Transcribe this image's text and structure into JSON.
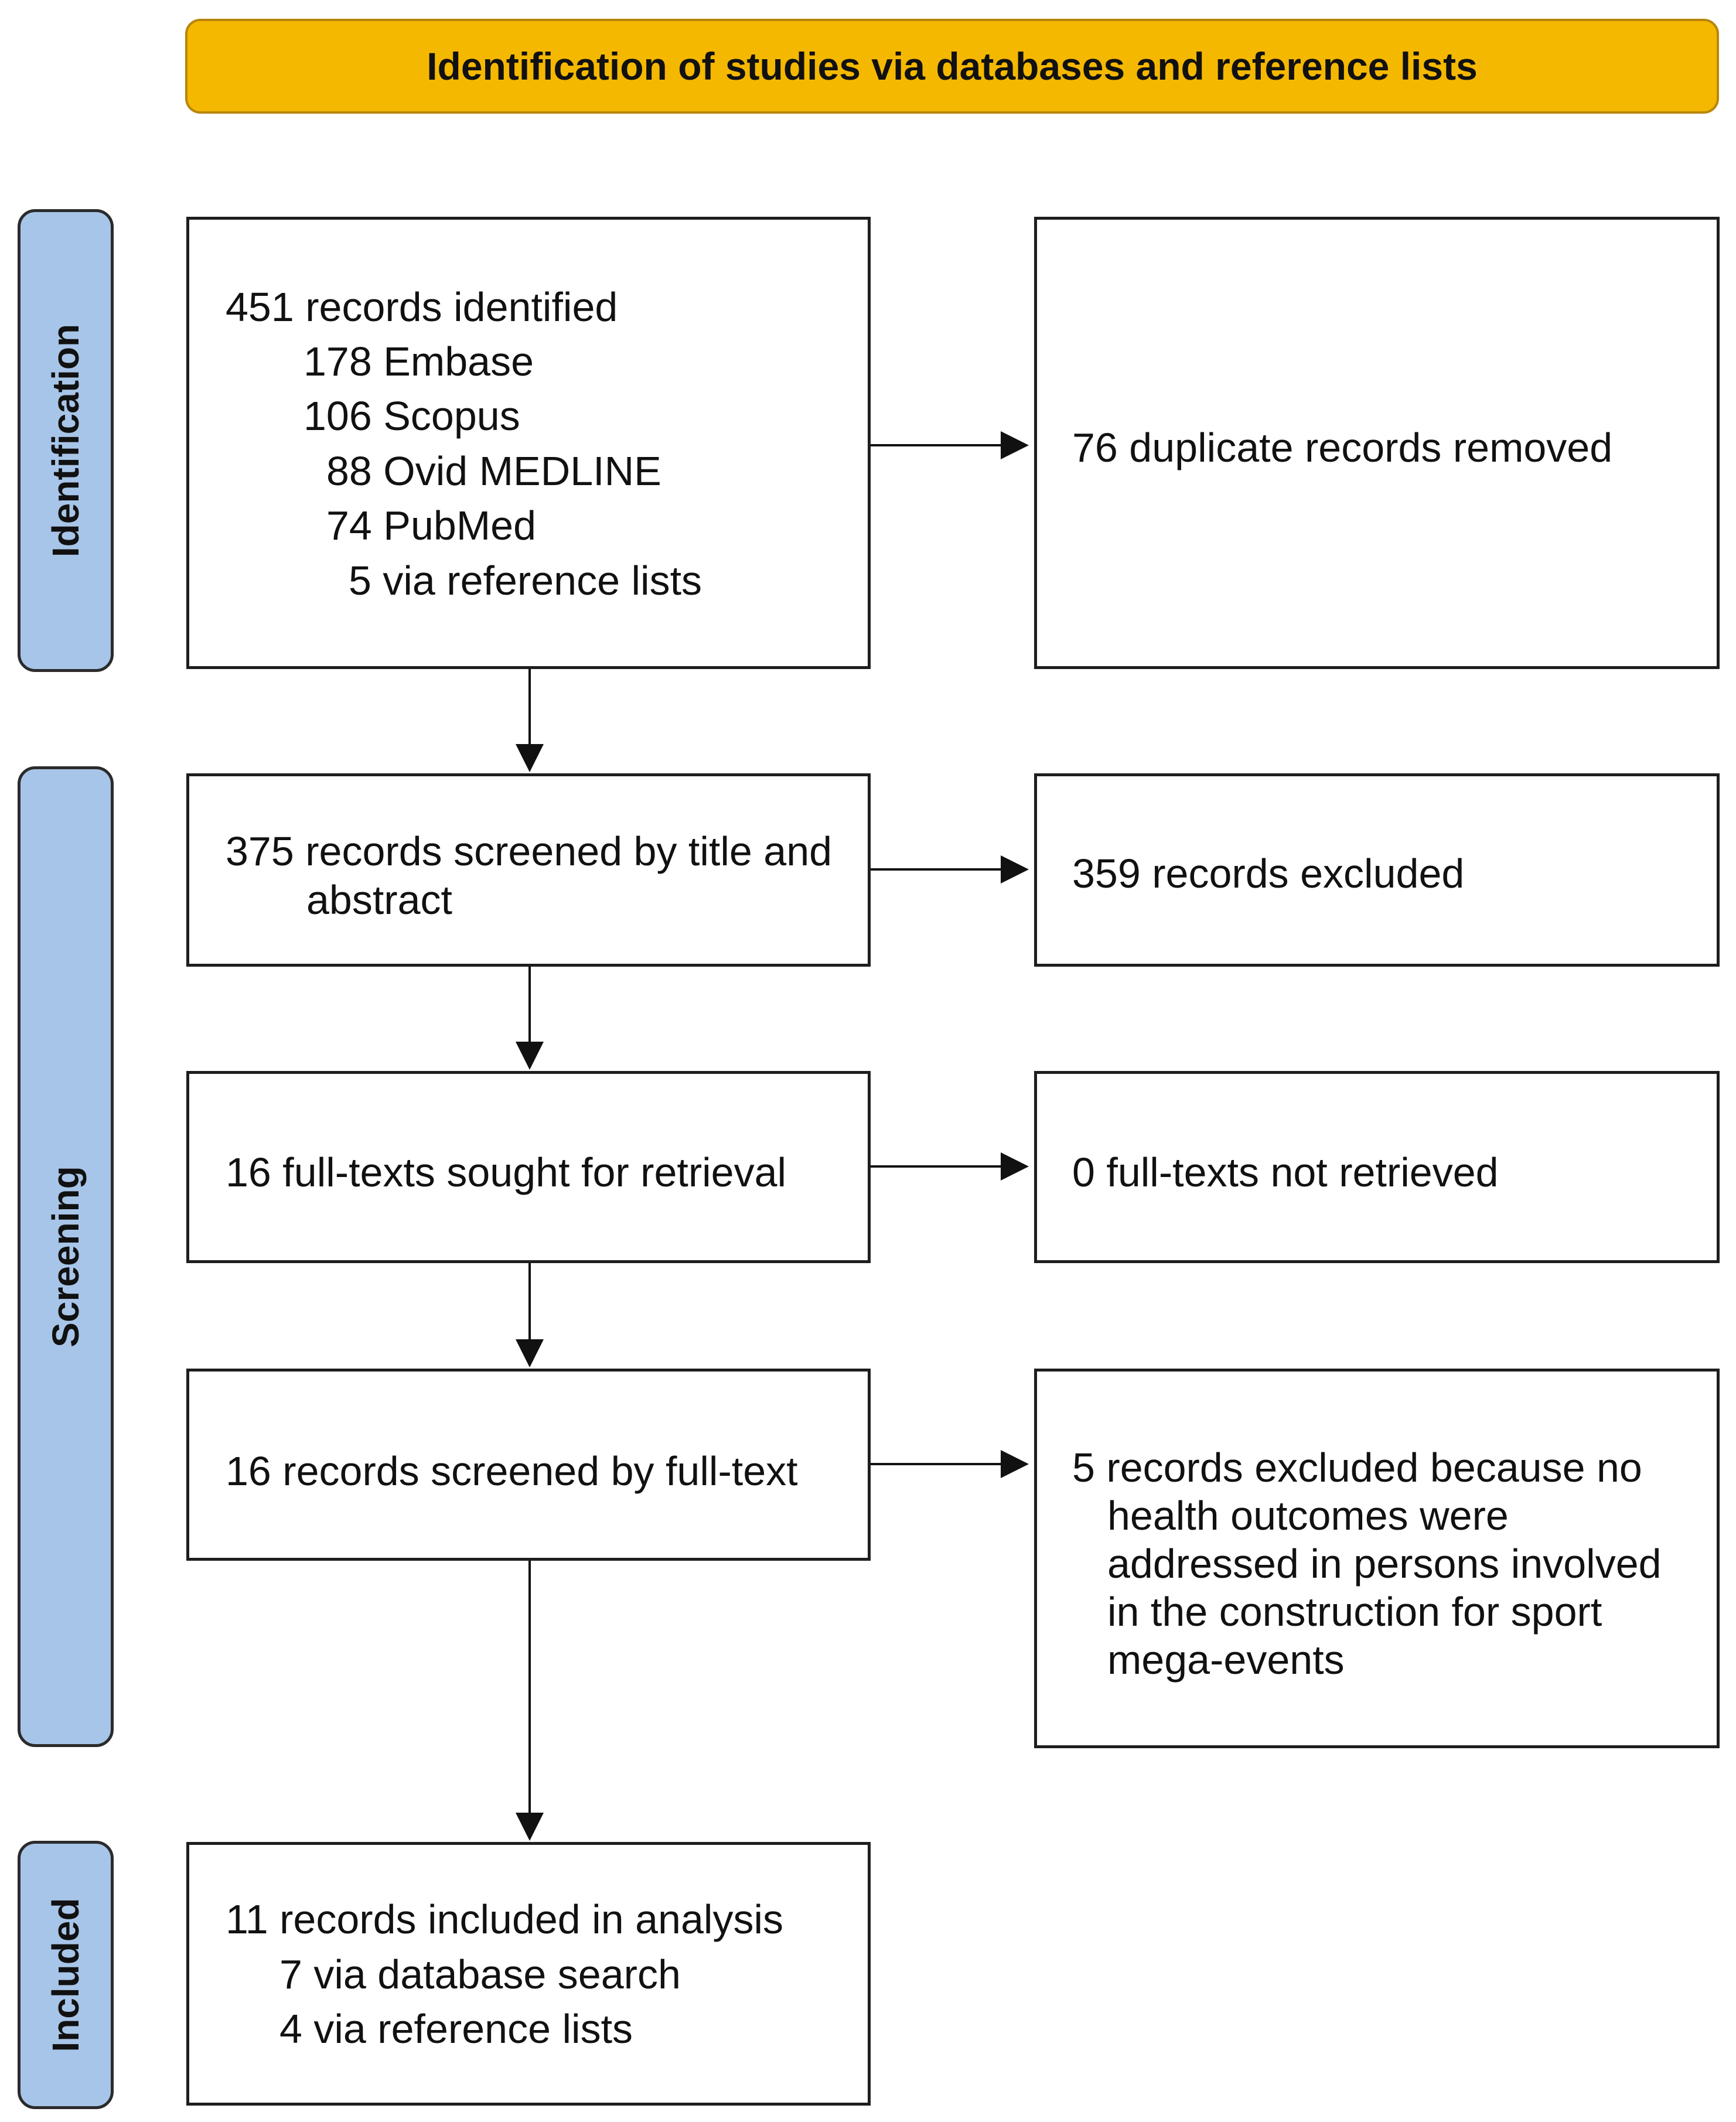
{
  "header": {
    "title": "Identification of studies via databases and reference lists",
    "color": "#f5b800",
    "border": "#b8860b"
  },
  "stages": {
    "color": "#a7c5e8",
    "identification": "Identification",
    "screening": "Screening",
    "included": "Included"
  },
  "boxes": {
    "identified": {
      "title": "451 records identified",
      "sources": [
        "178 Embase",
        "106 Scopus",
        "88 Ovid MEDLINE",
        "74 PubMed",
        "5 via reference lists"
      ]
    },
    "duplicates": "76 duplicate records removed",
    "screened": {
      "line1": "375 records screened by title and",
      "line2": "abstract"
    },
    "excluded": "359 records excluded",
    "sought": "16 full-texts sought for retrieval",
    "not_retrieved": "0 full-texts not retrieved",
    "fulltext": "16 records screened by full-text",
    "fulltext_excluded": {
      "line1": "5 records excluded because no",
      "rest": [
        "health outcomes were",
        "addressed in persons involved",
        "in the construction for sport",
        "mega-events"
      ]
    },
    "included": {
      "title": "11 records included in analysis",
      "sources": [
        "7 via database search",
        "4 via reference lists"
      ]
    }
  }
}
